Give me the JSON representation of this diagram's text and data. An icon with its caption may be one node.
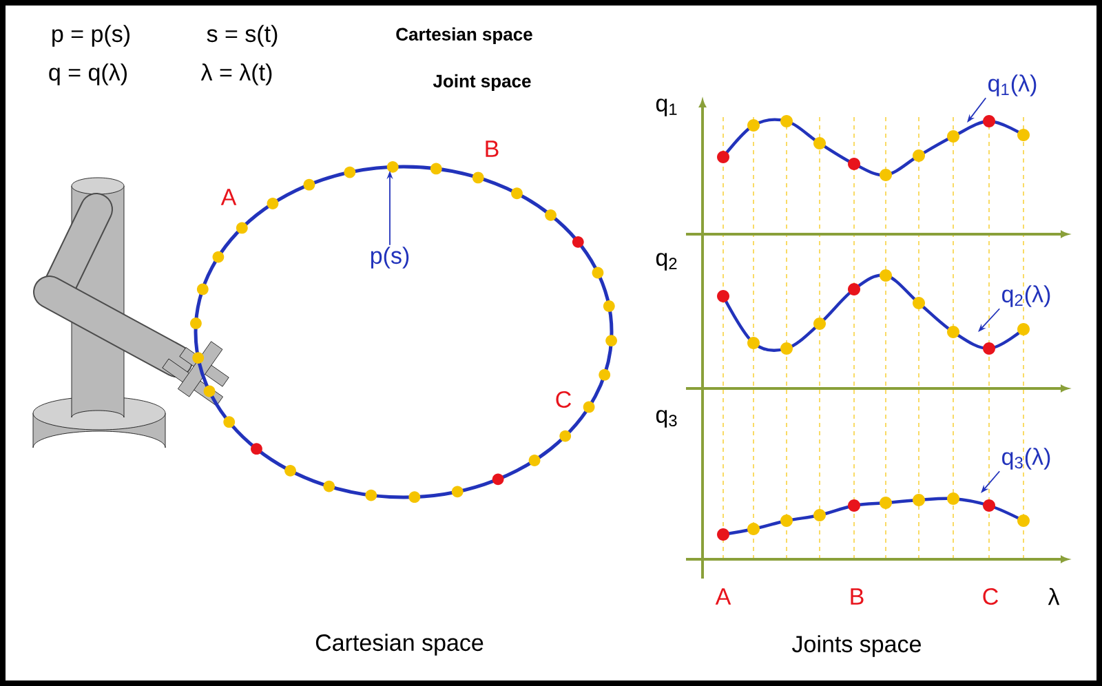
{
  "diagram": {
    "nodes": [
      {
        "text": [
          "p(s)"
        ]
      },
      {
        "text": [
          "q$_{1}$(λ)"
        ]
      },
      {
        "text": [
          "q$_{2}$(λ)"
        ]
      },
      {
        "text": [
          "q$_{3}$(λ)"
        ]
      }
    ],
    "edges": [
      {
        "from": 0,
        "to": null,
        "arrow": "to"
      },
      {
        "from": 1,
        "to": null,
        "arrow": "to"
      },
      {
        "from": 2,
        "to": null,
        "arrow": "to"
      },
      {
        "from": 3,
        "to": null,
        "arrow": "to"
      }
    ],
    "labels": [
      "p = p(s)",
      "s = s(t)",
      "Cartesian space",
      "q = q(λ)",
      "λ = λ(t)",
      "Joint space",
      "A",
      "B",
      "C",
      "q$_{1}$",
      "q$_{2}$",
      "q$_{3}$",
      "A",
      "B",
      "C",
      "λ",
      "Cartesian space",
      "Joints space"
    ]
  }
}
